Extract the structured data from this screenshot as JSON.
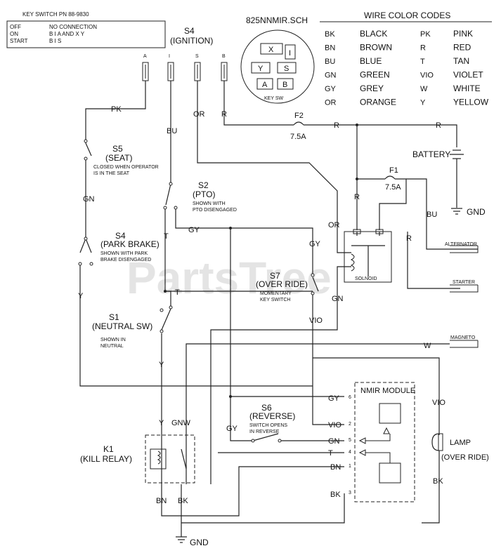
{
  "header": {
    "key_switch": "KEY SWITCH PN 88-9830",
    "key_table": [
      {
        "pos": "OFF",
        "desc": "NO CONNECTION"
      },
      {
        "pos": "ON",
        "desc": "B I A     AND   X Y"
      },
      {
        "pos": "START",
        "desc": "B I S"
      }
    ],
    "schematic_id": "825NNMIR.SCH"
  },
  "key_sw": {
    "cells": [
      "X",
      "I",
      "Y",
      "S",
      "A",
      "B"
    ],
    "caption": "KEY SW"
  },
  "wire_codes": {
    "title": "WIRE COLOR CODES",
    "left": [
      {
        "code": "BK",
        "name": "BLACK"
      },
      {
        "code": "BN",
        "name": "BROWN"
      },
      {
        "code": "BU",
        "name": "BLUE"
      },
      {
        "code": "GN",
        "name": "GREEN"
      },
      {
        "code": "GY",
        "name": "GREY"
      },
      {
        "code": "OR",
        "name": "ORANGE"
      }
    ],
    "right": [
      {
        "code": "PK",
        "name": "PINK"
      },
      {
        "code": "R",
        "name": "RED"
      },
      {
        "code": "T",
        "name": "TAN"
      },
      {
        "code": "VIO",
        "name": "VIOLET"
      },
      {
        "code": "W",
        "name": "WHITE"
      },
      {
        "code": "Y",
        "name": "YELLOW"
      }
    ]
  },
  "ignition": {
    "name": "S4",
    "sub": "(IGNITION)",
    "terminals": [
      "A",
      "I",
      "S",
      "B"
    ]
  },
  "components": {
    "s5": {
      "name": "S5",
      "sub": "(SEAT)",
      "note1": "CLOSED WHEN OPERATOR",
      "note2": "IS IN THE SEAT"
    },
    "s2": {
      "name": "S2",
      "sub": "(PTO)",
      "note1": "SHOWN WITH",
      "note2": "PTO DISENGAGED"
    },
    "s4pb": {
      "name": "S4",
      "sub": "(PARK BRAKE)",
      "note1": "SHOWN WITH PARK",
      "note2": "BRAKE DISENGAGED"
    },
    "s7": {
      "name": "S7",
      "sub": "(OVER RIDE)",
      "note1": "MOMENTARY",
      "note2": "KEY SWITCH"
    },
    "s1": {
      "name": "S1",
      "sub": "(NEUTRAL SW)",
      "note1": "SHOWN IN",
      "note2": "NEUTRAL"
    },
    "s6": {
      "name": "S6",
      "sub": "(REVERSE)",
      "note1": "SWITCH OPENS",
      "note2": "IN REVERSE"
    },
    "k1": {
      "name": "K1",
      "sub": "(KILL RELAY)"
    },
    "nmir": {
      "name": "NMIR MODULE"
    },
    "lamp": {
      "name": "LAMP",
      "sub": "(OVER RIDE)"
    },
    "f2": {
      "name": "F2",
      "rating": "7.5A"
    },
    "f1": {
      "name": "F1",
      "rating": "7.5A"
    },
    "battery": "BATTERY",
    "gnd": "GND",
    "solenoid": "SOLNOID",
    "alternator": "ALTERNATOR",
    "starter": "STARTER",
    "magneto": "MAGNETO"
  },
  "wires": {
    "pk": "PK",
    "bu": "BU",
    "or": "OR",
    "r": "R",
    "gn": "GN",
    "y": "Y",
    "t": "T",
    "gy": "GY",
    "vio": "VIO",
    "w": "W",
    "gnw": "GNW",
    "bn": "BN",
    "bk": "BK"
  },
  "nmir_pins": [
    "6",
    "2",
    "5",
    "4",
    "1",
    "3"
  ],
  "watermark": "PartsTree"
}
